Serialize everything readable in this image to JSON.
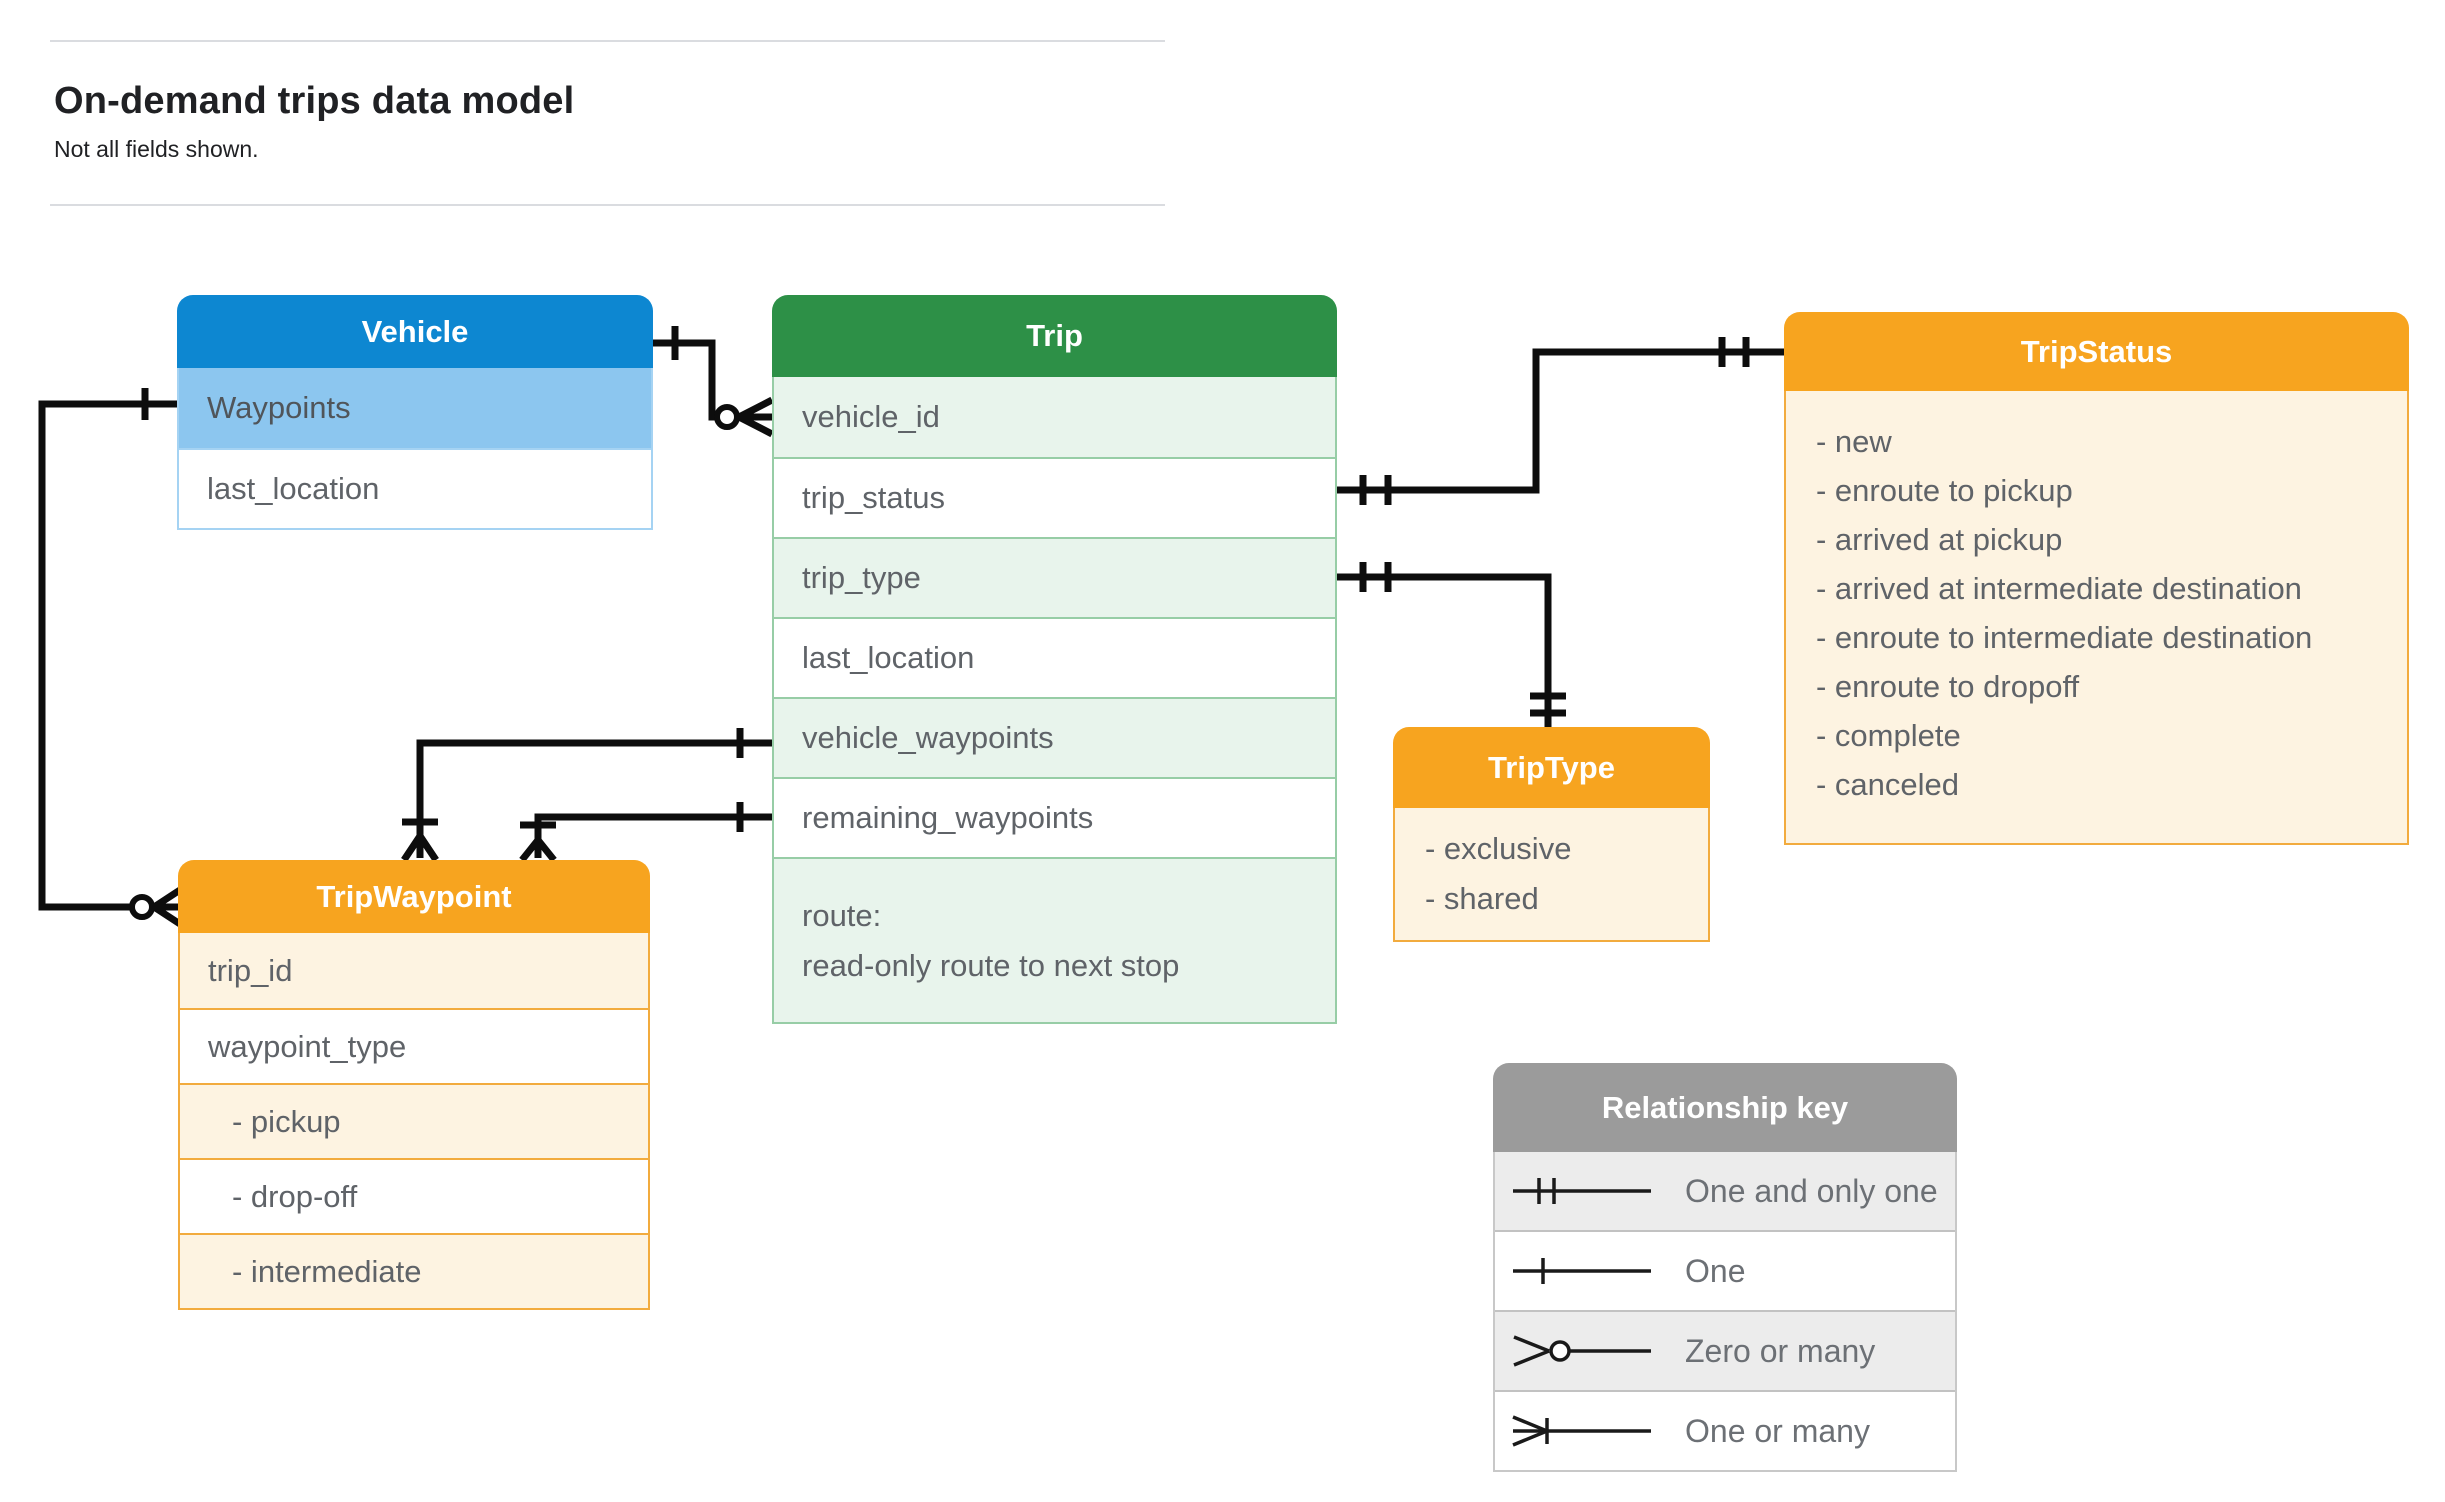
{
  "page": {
    "title": "On-demand trips data model",
    "subtitle": "Not all fields shown."
  },
  "vehicle": {
    "title": "Vehicle",
    "fields": [
      "Waypoints",
      "last_location"
    ]
  },
  "trip": {
    "title": "Trip",
    "fields": [
      "vehicle_id",
      "trip_status",
      "trip_type",
      "last_location",
      "vehicle_waypoints",
      "remaining_waypoints"
    ],
    "route_title": "route:",
    "route_desc": "read-only route to next stop"
  },
  "tripStatus": {
    "title": "TripStatus",
    "values": [
      "- new",
      "- enroute to pickup",
      "- arrived at pickup",
      "- arrived at intermediate destination",
      "- enroute to intermediate destination",
      "- enroute to dropoff",
      "- complete",
      "- canceled"
    ]
  },
  "tripType": {
    "title": "TripType",
    "values": [
      "- exclusive",
      "- shared"
    ]
  },
  "tripWaypoint": {
    "title": "TripWaypoint",
    "fields": [
      "trip_id",
      "waypoint_type"
    ],
    "values": [
      "- pickup",
      "- drop-off",
      "- intermediate"
    ]
  },
  "legend": {
    "title": "Relationship key",
    "rows": [
      {
        "symbol": "one-and-only-one",
        "label": "One and only one"
      },
      {
        "symbol": "one",
        "label": "One"
      },
      {
        "symbol": "zero-or-many",
        "label": "Zero or many"
      },
      {
        "symbol": "one-or-many",
        "label": "One or many"
      }
    ]
  },
  "colors": {
    "vehicle_header": "#0d87d1",
    "vehicle_highlight_row": "#8cc6ef",
    "trip_header": "#2d9047",
    "trip_alt_row": "#e8f4ec",
    "orange_header": "#f7a41f",
    "orange_alt_row": "#fdf3e1",
    "legend_header": "#9b9b9b",
    "connector": "#0d0d0d",
    "body_text": "#5f6368"
  }
}
